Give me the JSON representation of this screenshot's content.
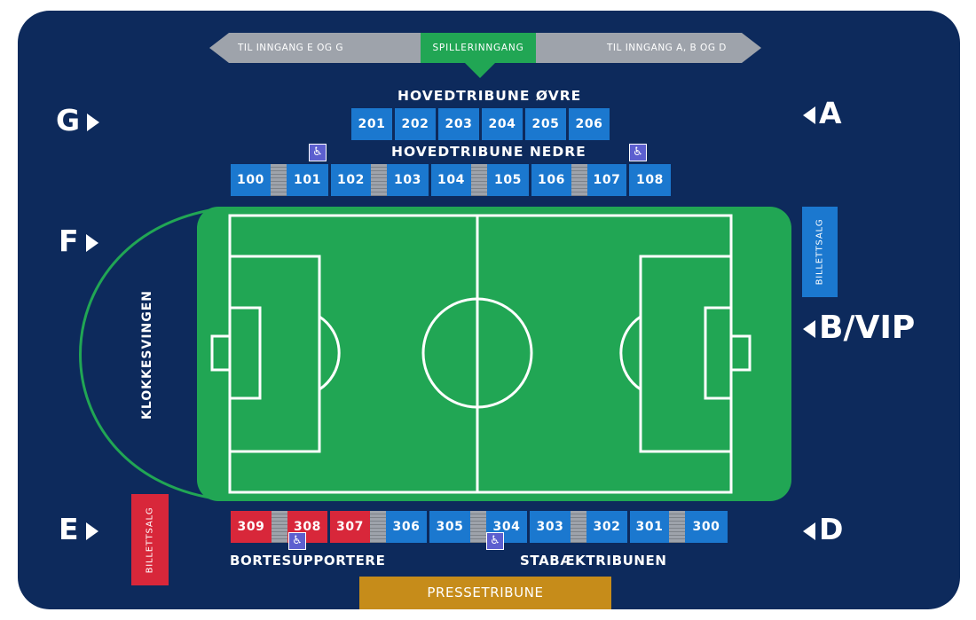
{
  "colors": {
    "background": "#0d2a5c",
    "section_blue": "#1b78cf",
    "away_red": "#d8273a",
    "pitch_green": "#21a654",
    "press_gold": "#c68c1a",
    "arrow_grey": "#9ea3ab"
  },
  "top_bar": {
    "left_label": "TIL INNGANG E OG G",
    "center_label": "SPILLERINNGANG",
    "right_label": "TIL INNGANG A, B OG D"
  },
  "hovedtribune_ovre": {
    "title": "HOVEDTRIBUNE ØVRE",
    "sections": [
      "201",
      "202",
      "203",
      "204",
      "205",
      "206"
    ]
  },
  "hovedtribune_nedre": {
    "title": "HOVEDTRIBUNE NEDRE",
    "sections": [
      "100",
      "101",
      "102",
      "103",
      "104",
      "105",
      "106",
      "107",
      "108"
    ]
  },
  "bottom_stand": {
    "sections": [
      "309",
      "308",
      "307",
      "306",
      "305",
      "304",
      "303",
      "302",
      "301",
      "300"
    ],
    "away_sections": [
      "309",
      "308",
      "307"
    ],
    "away_label": "BORTESUPPORTERE",
    "home_label": "STABÆKTRIBUNEN"
  },
  "presse_label": "PRESSETRIBUNE",
  "klokkesvingen_label": "KLOKKESVINGEN",
  "billettsalg_label": "BILLETTSALG",
  "gates": {
    "G": "G",
    "F": "F",
    "E": "E",
    "A": "A",
    "B": "B/VIP",
    "D": "D"
  },
  "icons": {
    "wheelchair": "wheelchair-icon",
    "arrow": "triangle-arrow-icon"
  }
}
